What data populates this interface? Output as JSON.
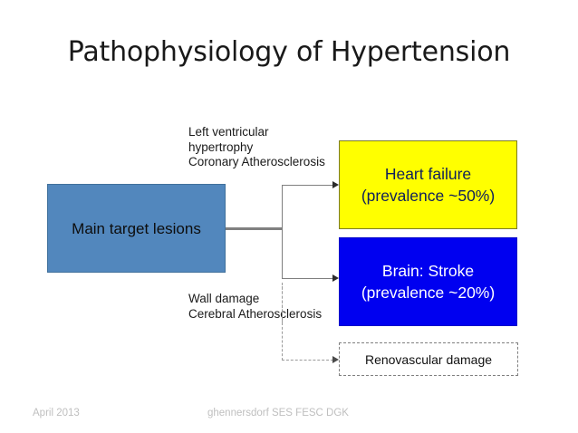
{
  "slide": {
    "title": "Pathophysiology of Hypertension"
  },
  "diagram": {
    "source_box": {
      "label": "Main target lesions",
      "fill": "#5287bd",
      "border": "#41719c",
      "text_color": "#0d0d0d"
    },
    "annotations": [
      {
        "name": "cardiac-annotation",
        "text": "Left ventricular\nhypertrophy\nCoronary Atherosclerosis"
      },
      {
        "name": "cerebral-annotation",
        "text": "Wall damage\nCerebral Atherosclerosis"
      }
    ],
    "outcome_boxes": [
      {
        "name": "heart-failure-box",
        "label": "Heart failure\n(prevalence ~50%)",
        "condition": "Heart failure",
        "prevalence": "~50%",
        "fill": "#ffff00",
        "text_color": "#0f1f5c",
        "border_style": "solid"
      },
      {
        "name": "brain-stroke-box",
        "label": "Brain: Stroke\n(prevalence ~20%)",
        "condition": "Brain: Stroke",
        "prevalence": "~20%",
        "fill": "#0000f0",
        "text_color": "#ffffff",
        "border_style": "solid"
      },
      {
        "name": "renovascular-damage-box",
        "label": "Renovascular damage",
        "condition": "Renovascular damage",
        "prevalence": "",
        "fill": "#ffffff",
        "text_color": "#111111",
        "border_style": "dashed"
      }
    ],
    "connector_color": "#808080",
    "arrow_color": "#2b2b2b"
  },
  "footer": {
    "date": "April 2013",
    "credit": "ghennersdorf SES FESC DGK",
    "color": "#bfbfbf"
  }
}
